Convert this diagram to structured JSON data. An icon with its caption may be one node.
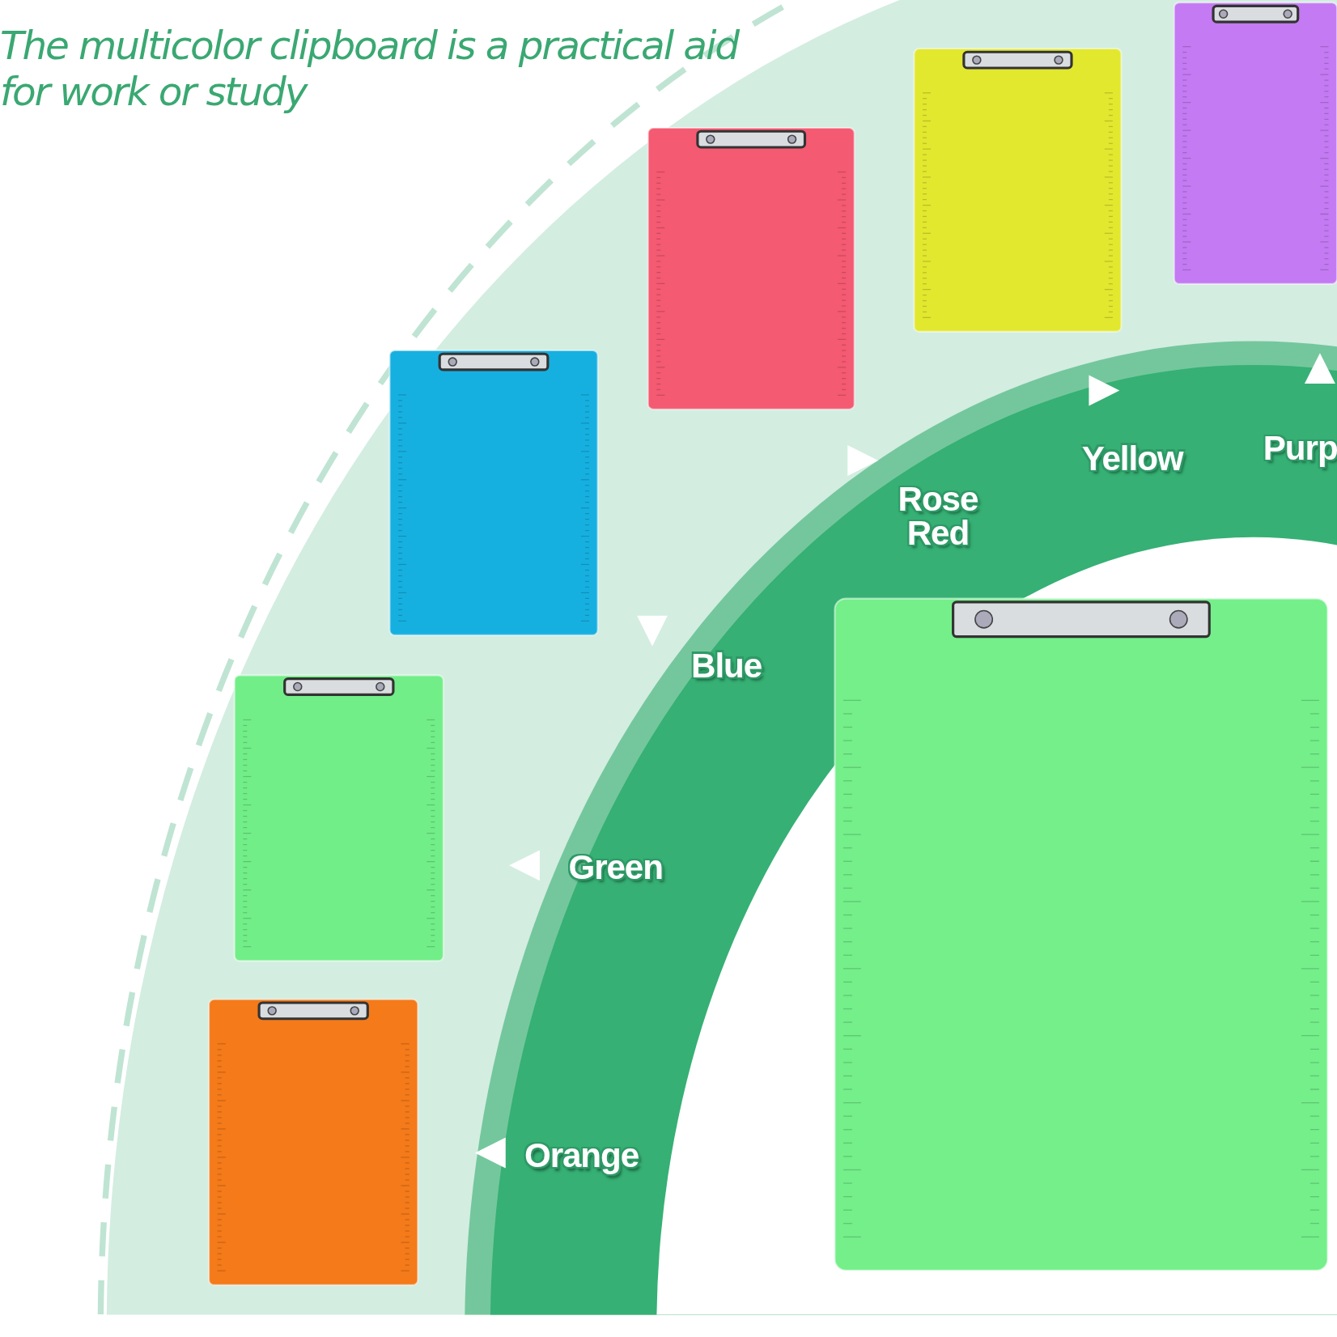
{
  "diagram": {
    "title": "The multicolor clipboard is a practical aid for work or study",
    "labels": [
      "Orange",
      "Green",
      "Blue",
      "Rose Red",
      "Yellow",
      "Purp"
    ]
  }
}
